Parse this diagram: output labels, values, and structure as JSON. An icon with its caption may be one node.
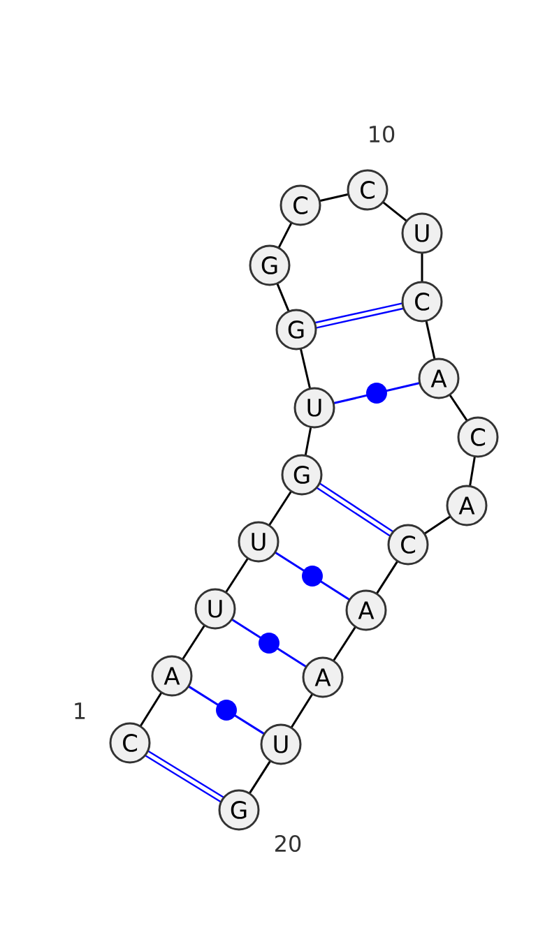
{
  "diagram": {
    "nodes": [
      {
        "text": [
          "C"
        ]
      },
      {
        "text": [
          "A"
        ]
      },
      {
        "text": [
          "U"
        ]
      },
      {
        "text": [
          "U"
        ]
      },
      {
        "text": [
          "G"
        ]
      },
      {
        "text": [
          "U"
        ]
      },
      {
        "text": [
          "G"
        ]
      },
      {
        "text": [
          "G"
        ]
      },
      {
        "text": [
          "C"
        ]
      },
      {
        "text": [
          "C"
        ]
      },
      {
        "text": [
          "U"
        ]
      },
      {
        "text": [
          "C"
        ]
      },
      {
        "text": [
          "A"
        ]
      },
      {
        "text": [
          "C"
        ]
      },
      {
        "text": [
          "A"
        ]
      },
      {
        "text": [
          "C"
        ]
      },
      {
        "text": [
          "A"
        ]
      },
      {
        "text": [
          "A"
        ]
      },
      {
        "text": [
          "U"
        ]
      },
      {
        "text": [
          "G"
        ]
      }
    ],
    "edges": [
      {
        "from": 0,
        "to": 1,
        "arrow": "none"
      },
      {
        "from": 1,
        "to": 2,
        "arrow": "none"
      },
      {
        "from": 2,
        "to": 3,
        "arrow": "none"
      },
      {
        "from": 3,
        "to": 4,
        "arrow": "none"
      },
      {
        "from": 4,
        "to": 5,
        "arrow": "none"
      },
      {
        "from": 5,
        "to": 6,
        "arrow": "none"
      },
      {
        "from": 6,
        "to": 7,
        "arrow": "none"
      },
      {
        "from": 7,
        "to": 8,
        "arrow": "none"
      },
      {
        "from": 8,
        "to": 9,
        "arrow": "none"
      },
      {
        "from": 9,
        "to": 10,
        "arrow": "none"
      },
      {
        "from": 10,
        "to": 11,
        "arrow": "none"
      },
      {
        "from": 11,
        "to": 12,
        "arrow": "none"
      },
      {
        "from": 12,
        "to": 13,
        "arrow": "none"
      },
      {
        "from": 13,
        "to": 14,
        "arrow": "none"
      },
      {
        "from": 14,
        "to": 15,
        "arrow": "none"
      },
      {
        "from": 15,
        "to": 16,
        "arrow": "none"
      },
      {
        "from": 16,
        "to": 17,
        "arrow": "none"
      },
      {
        "from": 17,
        "to": 18,
        "arrow": "none"
      },
      {
        "from": 18,
        "to": 19,
        "arrow": "none"
      },
      {
        "from": 0,
        "to": 19,
        "arrow": "none",
        "style": "thick",
        "color": "#0000ff"
      },
      {
        "from": 1,
        "to": 18,
        "arrow": "none",
        "color": "#0000ff"
      },
      {
        "from": 2,
        "to": 17,
        "arrow": "none",
        "color": "#0000ff"
      },
      {
        "from": 3,
        "to": 16,
        "arrow": "none",
        "color": "#0000ff"
      },
      {
        "from": 4,
        "to": 15,
        "arrow": "none",
        "style": "thick",
        "color": "#0000ff"
      },
      {
        "from": 5,
        "to": 12,
        "arrow": "none",
        "color": "#0000ff"
      },
      {
        "from": 6,
        "to": 11,
        "arrow": "none",
        "style": "thick",
        "color": "#0000ff"
      }
    ],
    "labels": [
      "10",
      "1",
      "20"
    ]
  }
}
